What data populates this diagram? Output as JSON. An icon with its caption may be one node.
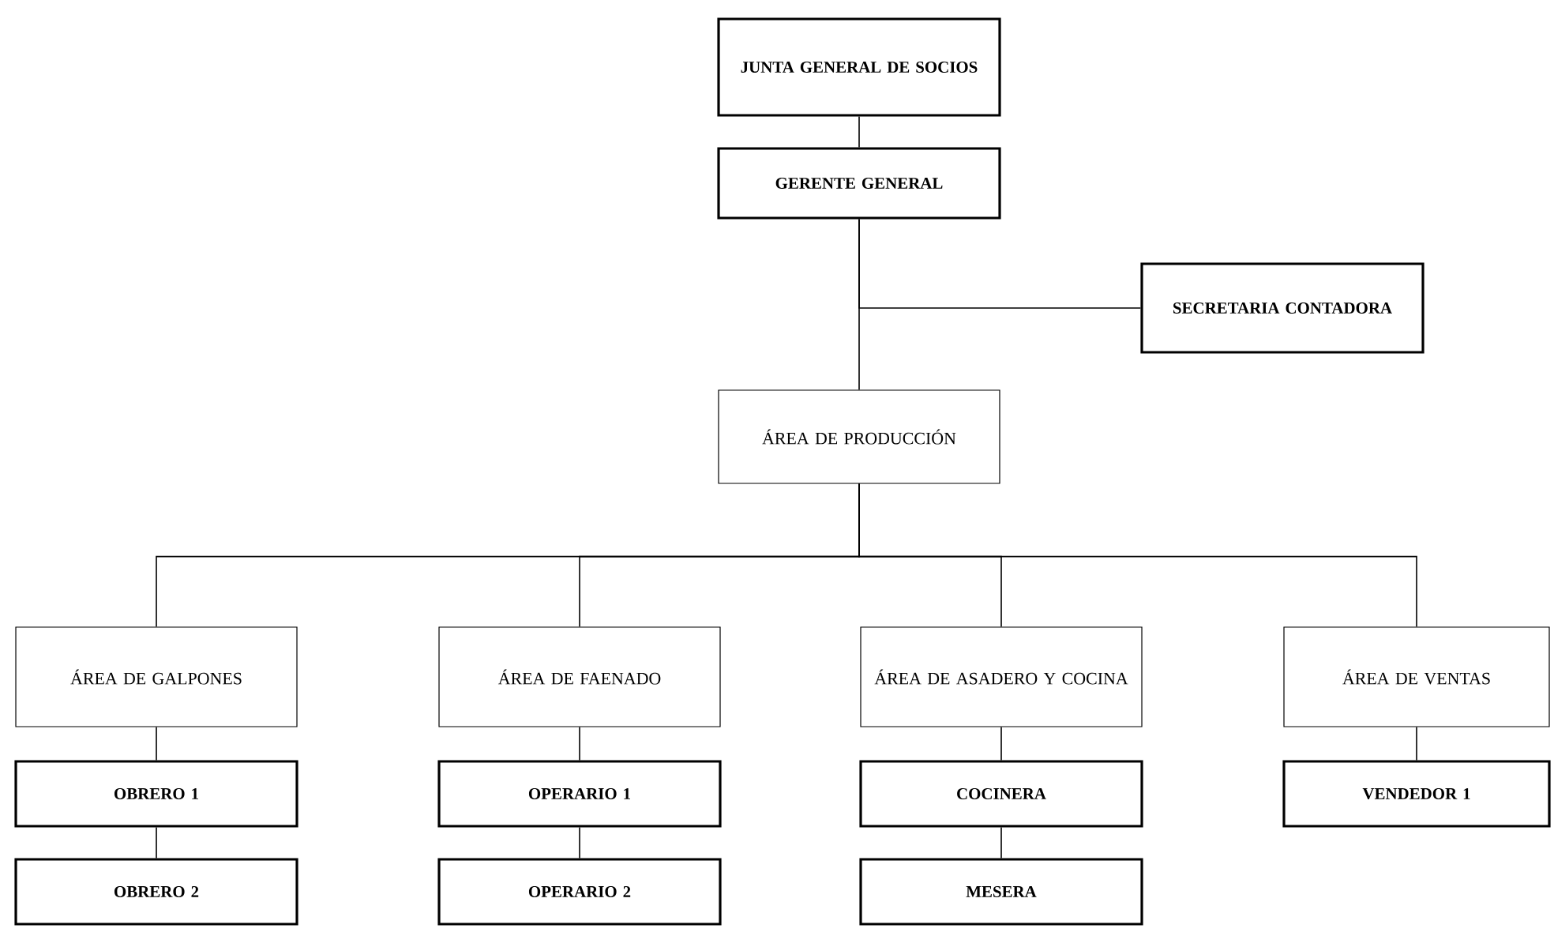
{
  "diagram": {
    "nodes": [
      {
        "text": [
          "JUNTA GENERAL DE SOCIOS"
        ]
      },
      {
        "text": [
          "GERENTE GENERAL"
        ]
      },
      {
        "text": [
          "SECRETARIA CONTADORA"
        ]
      },
      {
        "text": [
          "ÁREA DE PRODUCCIÓN"
        ]
      },
      {
        "text": [
          "ÁREA DE GALPONES"
        ]
      },
      {
        "text": [
          "ÁREA DE FAENADO"
        ]
      },
      {
        "text": [
          "ÁREA DE ASADERO Y COCINA"
        ]
      },
      {
        "text": [
          "ÁREA DE VENTAS"
        ]
      },
      {
        "text": [
          "OBRERO 1"
        ]
      },
      {
        "text": [
          "OBRERO 2"
        ]
      },
      {
        "text": [
          "OPERARIO 1"
        ]
      },
      {
        "text": [
          "OPERARIO 2"
        ]
      },
      {
        "text": [
          "COCINERA"
        ]
      },
      {
        "text": [
          "MESERA"
        ]
      },
      {
        "text": [
          "VENDEDOR 1"
        ]
      }
    ],
    "edges": [
      {
        "from": 0,
        "to": 1,
        "arrow": "none"
      },
      {
        "from": 1,
        "to": 2,
        "arrow": "none"
      },
      {
        "from": 1,
        "to": 3,
        "arrow": "none"
      },
      {
        "from": 3,
        "to": 4,
        "arrow": "none"
      },
      {
        "from": 3,
        "to": 5,
        "arrow": "none"
      },
      {
        "from": 3,
        "to": 6,
        "arrow": "none"
      },
      {
        "from": 3,
        "to": 7,
        "arrow": "none"
      },
      {
        "from": 4,
        "to": 8,
        "arrow": "none"
      },
      {
        "from": 8,
        "to": 9,
        "arrow": "none"
      },
      {
        "from": 5,
        "to": 10,
        "arrow": "none"
      },
      {
        "from": 10,
        "to": 11,
        "arrow": "none"
      },
      {
        "from": 6,
        "to": 12,
        "arrow": "none"
      },
      {
        "from": 12,
        "to": 13,
        "arrow": "none"
      },
      {
        "from": 7,
        "to": 14,
        "arrow": "none"
      }
    ]
  }
}
